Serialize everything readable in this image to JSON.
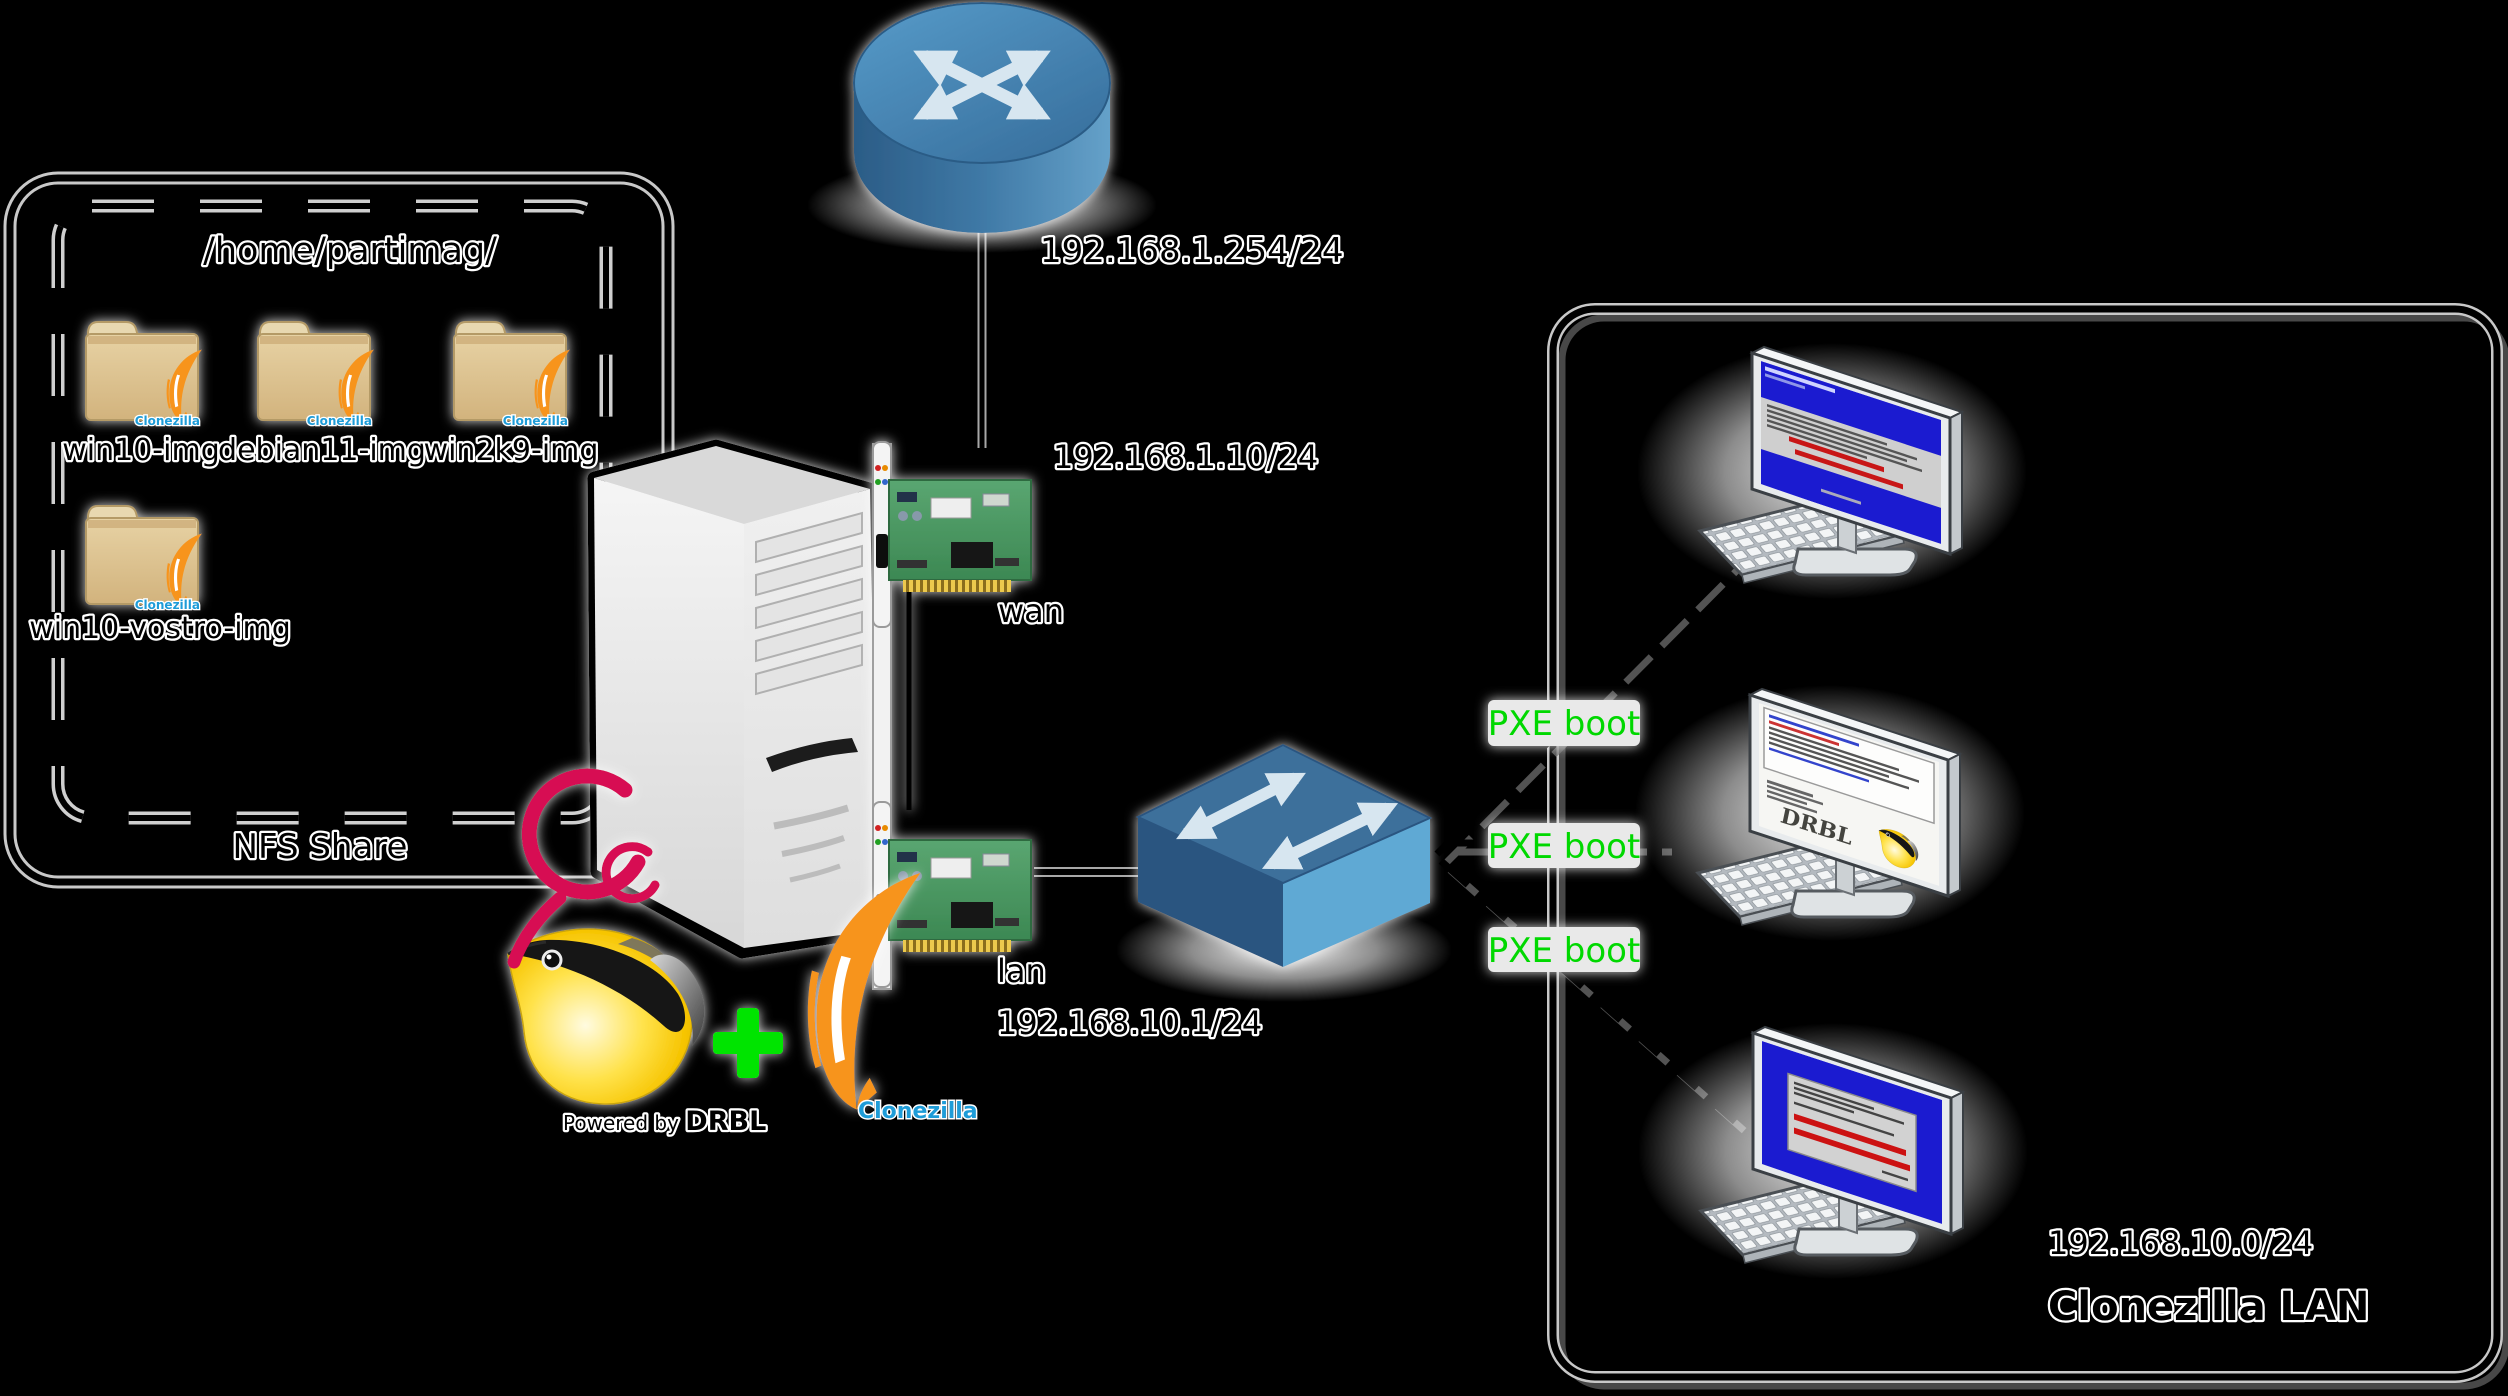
{
  "diagram": {
    "router": {
      "ip": "192.168.1.254/24"
    },
    "server": {
      "wan": {
        "name": "wan",
        "ip": "192.168.1.10/24"
      },
      "lan": {
        "name": "lan",
        "ip": "192.168.10.1/24"
      }
    },
    "nfs_share": {
      "path": "/home/partimag/",
      "label": "NFS Share",
      "folders": [
        "win10-img",
        "debian11-img",
        "win2k9-img",
        "win10-vostro-img"
      ],
      "folder_badge": "Clonezilla"
    },
    "logos": {
      "drbl_caption_prefix": "Powered by ",
      "drbl_caption_brand": "DRBL",
      "plus": "+",
      "clonezilla_caption": "Clonezilla",
      "client_screen_brand": "DRBL"
    },
    "clonezilla_lan": {
      "pxe_boot_labels": [
        "PXE boot",
        "PXE boot",
        "PXE boot"
      ],
      "subnet": "192.168.10.0/24",
      "title": "Clonezilla LAN"
    },
    "colors": {
      "background": "#000000",
      "pxe_green": "#00d800",
      "clonezilla_blue": "#1e9cd8",
      "clonezilla_orange": "#f7941e",
      "debian_magenta": "#d70a53",
      "drbl_yellow": "#ffd400",
      "cisco_blue": "#3e6f9b",
      "client_screen_blue": "#1b1bd0"
    }
  }
}
